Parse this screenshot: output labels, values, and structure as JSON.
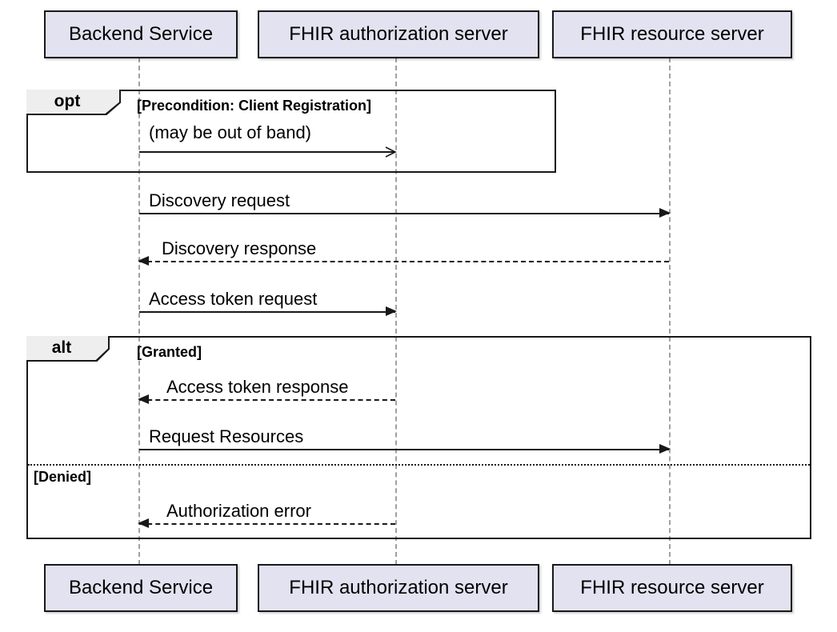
{
  "participants": [
    {
      "label": "Backend Service"
    },
    {
      "label": "FHIR authorization server"
    },
    {
      "label": "FHIR resource server"
    }
  ],
  "fragments": {
    "opt": {
      "operator": "opt",
      "guard": "[Precondition: Client Registration]"
    },
    "alt": {
      "operator": "alt",
      "guard_granted": "[Granted]",
      "guard_denied": "[Denied]"
    }
  },
  "messages": {
    "client_registration": "(may be out of band)",
    "discovery_request": "Discovery request",
    "discovery_response": "Discovery response",
    "access_token_request": "Access token request",
    "access_token_response": "Access token response",
    "request_resources": "Request Resources",
    "authorization_error": "Authorization error"
  },
  "colors": {
    "participant_fill": "#E2E2F0",
    "participant_border": "#181818",
    "fragment_header_fill": "#EEEEEE",
    "line": "#181818",
    "lifeline": "#A0A0A0"
  }
}
